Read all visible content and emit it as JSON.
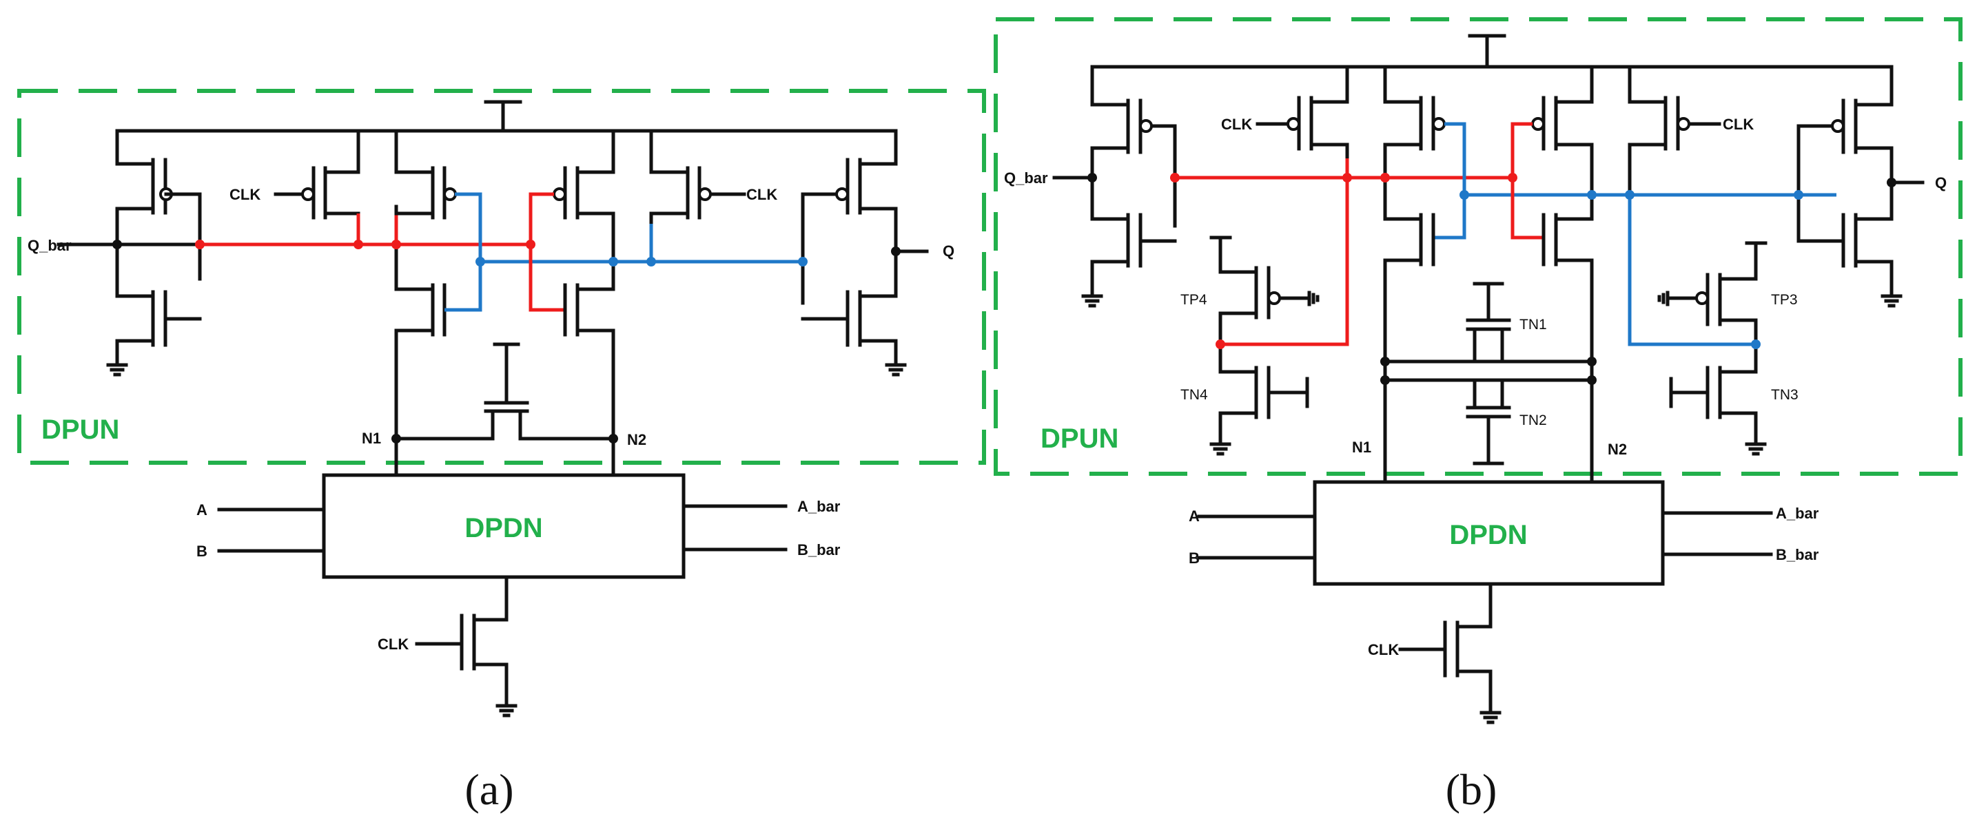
{
  "colors": {
    "wire": "#111111",
    "red_net": "#ee1c1c",
    "blue_net": "#1f78c8",
    "dashed_box": "#22b04b",
    "block_label": "#22b04b"
  },
  "panel_a": {
    "caption": "(a)",
    "region_label": "DPUN",
    "block_label": "DPDN",
    "labels": {
      "q_bar": "Q_bar",
      "q": "Q",
      "clk_left": "CLK",
      "clk_right": "CLK",
      "clk_bottom": "CLK",
      "n1": "N1",
      "n2": "N2",
      "a": "A",
      "b": "B",
      "a_bar": "A_bar",
      "b_bar": "B_bar"
    }
  },
  "panel_b": {
    "caption": "(b)",
    "region_label": "DPUN",
    "block_label": "DPDN",
    "labels": {
      "q_bar": "Q_bar",
      "q": "Q",
      "clk_left": "CLK",
      "clk_right": "CLK",
      "clk_bottom": "CLK",
      "n1": "N1",
      "n2": "N2",
      "a": "A",
      "b": "B",
      "a_bar": "A_bar",
      "b_bar": "B_bar",
      "tp4": "TP4",
      "tn4": "TN4",
      "tn1": "TN1",
      "tn2": "TN2",
      "tp3": "TP3",
      "tn3": "TN3"
    }
  }
}
